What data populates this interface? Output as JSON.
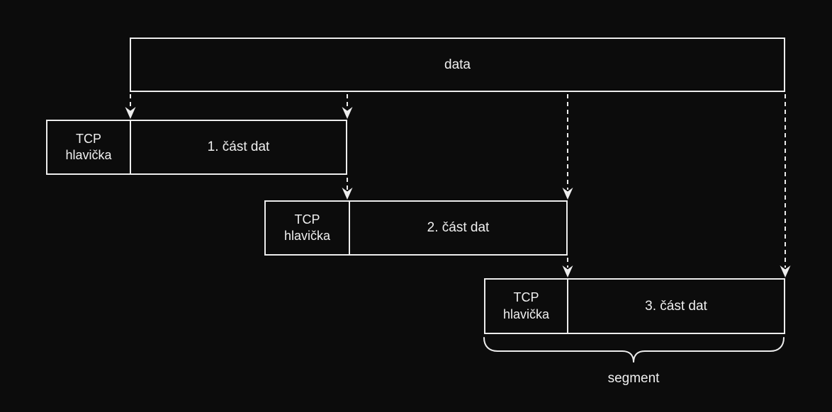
{
  "diagram": {
    "description": "TCP segmentation diagram",
    "title_box": {
      "label": "data"
    },
    "segments": [
      {
        "header": "TCP hlavička",
        "body": "1. část dat"
      },
      {
        "header": "TCP hlavička",
        "body": "2. část dat"
      },
      {
        "header": "TCP hlavička",
        "body": "3. část dat"
      }
    ],
    "brace_label": "segment",
    "colors": {
      "background": "#0c0c0c",
      "line": "#ededed",
      "text": "#f0f0f0"
    }
  }
}
